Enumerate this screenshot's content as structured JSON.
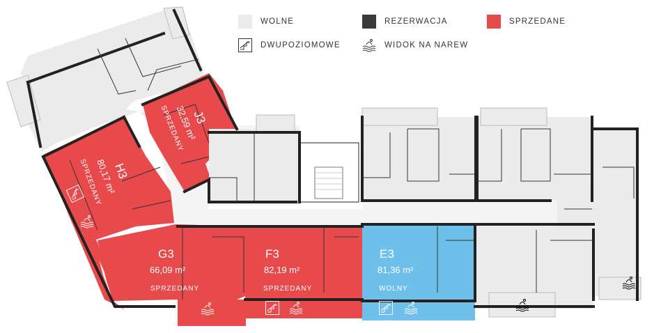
{
  "legend": {
    "wolne": {
      "label": "WOLNE",
      "color": "#ebebeb"
    },
    "rezerwacja": {
      "label": "REZERWACJA",
      "color": "#3a3a3a"
    },
    "sprzedane": {
      "label": "SPRZEDANE",
      "color": "#e8494b"
    },
    "dwupoziomowe": {
      "label": "DWUPOZIOMOWE",
      "icon": "duplex-stairs-icon"
    },
    "widok": {
      "label": "WIDOK NA NAREW",
      "icon": "river-view-icon"
    }
  },
  "colors": {
    "free": "#ebebeb",
    "sold": "#e8494b",
    "selected": "#6ec0ea",
    "wall": "#222222"
  },
  "units": {
    "h3": {
      "code": "H3",
      "area": "80,17 m²",
      "status": "SPRZEDANY"
    },
    "j3": {
      "code": "J3",
      "area": "32,59 m²",
      "status": "SPRZEDANY"
    },
    "g3": {
      "code": "G3",
      "area": "66,09 m²",
      "status": "SPRZEDANY"
    },
    "f3": {
      "code": "F3",
      "area": "82,19 m²",
      "status": "SPRZEDANY"
    },
    "e3": {
      "code": "E3",
      "area": "81,36 m²",
      "status": "WOLNY"
    }
  }
}
